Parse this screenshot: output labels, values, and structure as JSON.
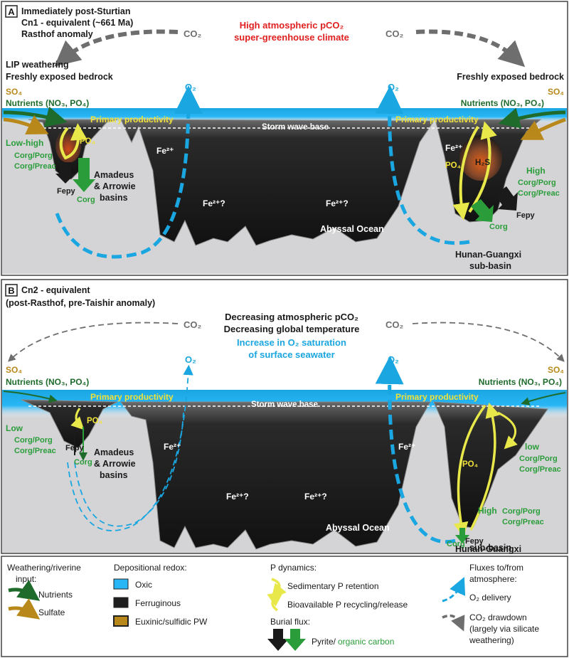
{
  "colors": {
    "oxic": "#29b6f6",
    "ferruginous": "#1f1f1f",
    "euxinic": "#b8891a",
    "nutrients": "#1e6b2c",
    "sulfate": "#b8891a",
    "p_arrow": "#e8e84a",
    "o2": "#1aa6e0",
    "co2": "#6e6e6e",
    "pyrite": "#1a1a1a",
    "organic_carbon": "#2a9d3a",
    "climate_red": "#e02020"
  },
  "panelA": {
    "letter": "A",
    "title1": "Immediately post-Sturtian",
    "title2": "Cn1 - equivalent (~661 Ma)",
    "title3": "Rasthof anomaly",
    "climate1": "High atmospheric pCO₂",
    "climate2": "super-greenhouse climate",
    "co2_left": "CO₂",
    "co2_right": "CO₂",
    "o2_left": "O₂",
    "o2_right": "O₂",
    "lip1": "LIP weathering",
    "lip2": "Freshly exposed bedrock",
    "bedrock_right": "Freshly exposed bedrock",
    "so4_left": "SO₄",
    "so4_right": "SO₄",
    "nutrients_left": "Nutrients (NO₃, PO₄)",
    "nutrients_right": "Nutrients (NO₃, PO₄)",
    "pp_left": "Primary productivity",
    "pp_right": "Primary productivity",
    "swb": "Storm wave base",
    "ratio_left_head": "Low-high",
    "ratio1": "Corg/Porg",
    "ratio2": "Corg/Preac",
    "po4_left": "PO₄",
    "fepy_left": "Fepy",
    "corg_left": "Corg",
    "basin_left1": "Amadeus",
    "basin_left2": "& Arrowie",
    "basin_left3": "basins",
    "fe_1": "Fe²⁺",
    "fe_2": "Fe²⁺?",
    "fe_3": "Fe²⁺?",
    "fe_right": "Fe²⁺",
    "abyssal": "Abyssal Ocean",
    "h2s": "H₂S",
    "po4_right": "PO₄",
    "ratio_right_head": "High",
    "corg_right": "Corg",
    "fepy_right": "Fepy",
    "hunan1": "Hunan-Guangxi",
    "hunan2": "sub-basin"
  },
  "panelB": {
    "letter": "B",
    "title1": "Cn2 - equivalent",
    "title2": "(post-Rasthof, pre-Taishir anomaly)",
    "climate1": "Decreasing atmospheric pCO₂",
    "climate2": "Decreasing global temperature",
    "climate3": "Increase in O₂ saturation",
    "climate4": "of surface seawater",
    "co2_left": "CO₂",
    "co2_right": "CO₂",
    "o2_left": "O₂",
    "o2_right": "O₂",
    "so4_left": "SO₄",
    "so4_right": "SO₄",
    "nutrients_left": "Nutrients (NO₃, PO₄)",
    "nutrients_right": "Nutrients (NO₃, PO₄)",
    "pp_left": "Primary productivity",
    "pp_right": "Primary productivity",
    "swb": "Storm wave base",
    "ratio_left_head": "Low",
    "ratio1": "Corg/Porg",
    "ratio2": "Corg/Preac",
    "po4_left": "PO₄",
    "fepy_left": "Fepy",
    "corg_left": "Corg",
    "basin_left1": "Amadeus",
    "basin_left2": "& Arrowie",
    "basin_left3": "basins",
    "fe_1": "Fe²⁺",
    "fe_2": "Fe²⁺?",
    "fe_3": "Fe²⁺?",
    "fe_right": "Fe²⁺",
    "abyssal": "Abyssal Ocean",
    "po4_right": "PO₄",
    "ratio_right_low": "low",
    "ratio_right_high": "High",
    "corg_right": "Corg",
    "fepy_right": "Fepy",
    "hunan1": "Hunan-Guangxi",
    "hunan2": "sub-basin"
  },
  "legend": {
    "weathering_title1": "Weathering/riverine",
    "weathering_title2": "input:",
    "nutrients": "Nutrients",
    "sulfate": "Sulfate",
    "redox_title": "Depositional redox:",
    "oxic": "Oxic",
    "ferruginous": "Ferruginous",
    "euxinic": "Euxinic/sulfidic PW",
    "p_title": "P dynamics:",
    "p_retention": "Sedimentary P retention",
    "p_recycling": "Bioavailable P recycling/release",
    "burial_title": "Burial flux:",
    "pyrite": "Pyrite/",
    "organic": "organic carbon",
    "flux_title1": "Fluxes to/from",
    "flux_title2": "atmosphere:",
    "o2_delivery": "O₂ delivery",
    "co2_1": "CO₂ drawdown",
    "co2_2": "(largely via silicate",
    "co2_3": "weathering)"
  }
}
